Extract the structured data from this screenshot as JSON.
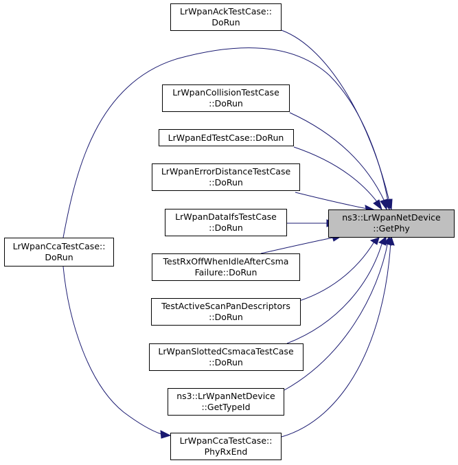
{
  "diagram": {
    "nodes": {
      "target": {
        "line1": "ns3::LrWpanNetDevice",
        "line2": "::GetPhy"
      },
      "ack": {
        "line1": "LrWpanAckTestCase::",
        "line2": "DoRun"
      },
      "collision": {
        "line1": "LrWpanCollisionTestCase",
        "line2": "::DoRun"
      },
      "ed": {
        "line1": "LrWpanEdTestCase::DoRun"
      },
      "errordistance": {
        "line1": "LrWpanErrorDistanceTestCase",
        "line2": "::DoRun"
      },
      "dataifs": {
        "line1": "LrWpanDataIfsTestCase",
        "line2": "::DoRun"
      },
      "rxoff": {
        "line1": "TestRxOffWhenIdleAfterCsma",
        "line2": "Failure::DoRun"
      },
      "activescan": {
        "line1": "TestActiveScanPanDescriptors",
        "line2": "::DoRun"
      },
      "slotted": {
        "line1": "LrWpanSlottedCsmacaTestCase",
        "line2": "::DoRun"
      },
      "gettypeid": {
        "line1": "ns3::LrWpanNetDevice",
        "line2": "::GetTypeId"
      },
      "phyrxend": {
        "line1": "LrWpanCcaTestCase::",
        "line2": "PhyRxEnd"
      },
      "ccadorun": {
        "line1": "LrWpanCcaTestCase::",
        "line2": "DoRun"
      }
    },
    "colors": {
      "edge": "#191970",
      "target_fill": "#bfbfbf",
      "node_fill": "#ffffff"
    }
  }
}
